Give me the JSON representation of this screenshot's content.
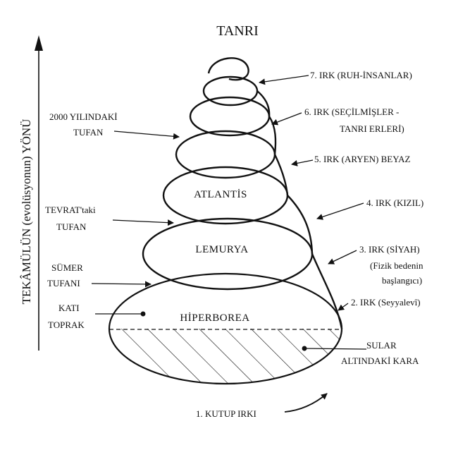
{
  "title": "TANRI",
  "axis_label": "TEKÂMÜLÜN (evolüsyonun) YÖNÜ",
  "zones": {
    "atlantis": "ATLANTİS",
    "lemurya": "LEMURYA",
    "hiperborea": "HİPERBOREA"
  },
  "right_labels": {
    "irk7": "7. IRK (RUH-İNSANLAR)",
    "irk6_line1": "6. IRK (SEÇİLMİŞLER -",
    "irk6_line2": "TANRI ERLERİ)",
    "irk5": "5. IRK (ARYEN) BEYAZ",
    "irk4": "4. IRK  (KIZIL)",
    "irk3_line1": "3. IRK (SİYAH)",
    "irk3_line2": "(Fizik bedenin",
    "irk3_line3": "başlangıcı)",
    "irk2": "2. IRK (Seyyalevî)",
    "sular_line1": "SULAR",
    "sular_line2": "ALTINDAKİ KARA"
  },
  "left_labels": {
    "tufan2000_line1": "2000 YILINDAKİ",
    "tufan2000_line2": "TUFAN",
    "tevrat_line1": "TEVRAT'taki",
    "tevrat_line2": "TUFAN",
    "sumer_line1": "SÜMER",
    "sumer_line2": "TUFANI",
    "kati_line1": "KATI",
    "kati_line2": "TOPRAK"
  },
  "bottom_label": "1. KUTUP IRKI"
}
